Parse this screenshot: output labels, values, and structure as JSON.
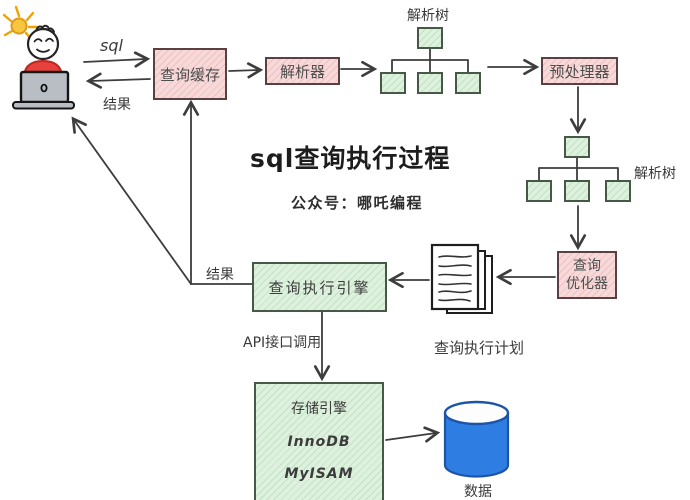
{
  "title": "sql查询执行过程",
  "subtitle": "公众号：哪吒编程",
  "flow_labels": {
    "sql_request": "sql",
    "result_top": "结果",
    "result_bottom": "结果",
    "api_call": "API接口调用",
    "parse_tree_top": "解析树",
    "parse_tree_right": "解析树",
    "exec_plan": "查询执行计划",
    "data": "数据"
  },
  "nodes": {
    "query_cache": "查询缓存",
    "parser": "解析器",
    "preprocessor": "预处理器",
    "optimizer_line1": "查询",
    "optimizer_line2": "优化器",
    "exec_engine": "查询执行引擎",
    "storage_engine": "存储引擎",
    "storage_options": [
      "InnoDB",
      "MyISAM"
    ]
  },
  "colors": {
    "pink_fill": "#f7d9d9",
    "pink_stripe": "#eec0c0",
    "pink_border": "#5a4040",
    "green_fill": "#def0de",
    "green_stripe": "#c3e3c3",
    "green_border": "#465846",
    "arrow": "#3d3d3d",
    "db_blue": "#2e7de2",
    "db_blue_dark": "#1c55a8",
    "person_red": "#e8413c",
    "laptop_gray": "#b9bdc4",
    "sun_yellow": "#f6c73e"
  }
}
